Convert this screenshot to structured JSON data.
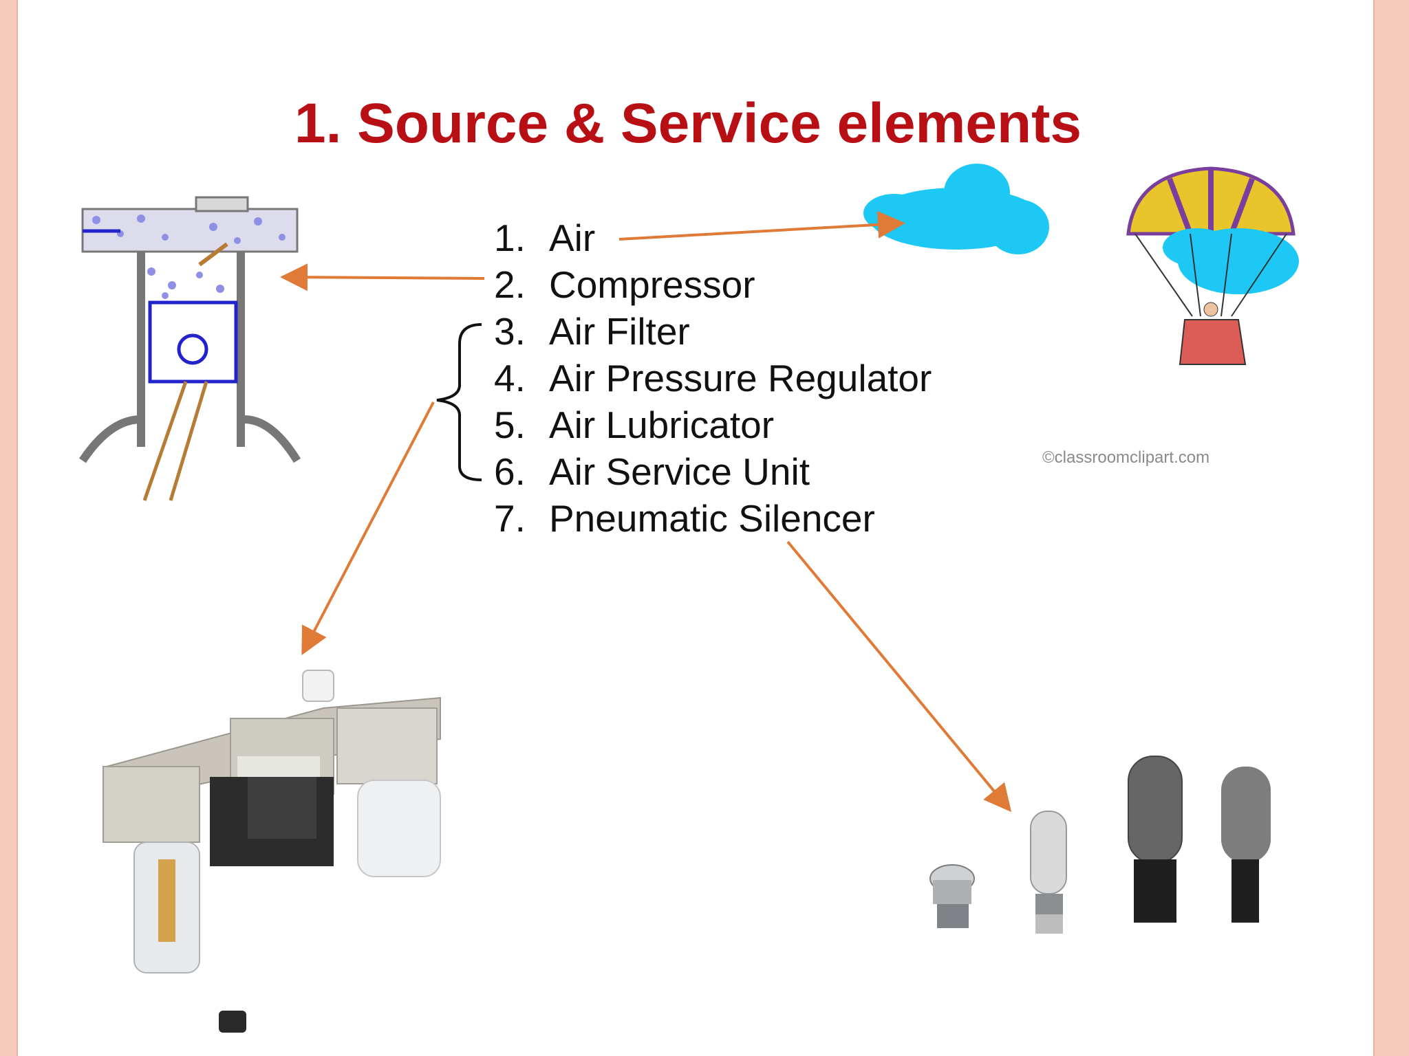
{
  "slide": {
    "title": "1. Source & Service elements",
    "items": [
      {
        "number": "1.",
        "label": "Air"
      },
      {
        "number": "2.",
        "label": "Compressor"
      },
      {
        "number": "3.",
        "label": "Air Filter"
      },
      {
        "number": "4.",
        "label": "Air Pressure Regulator"
      },
      {
        "number": "5.",
        "label": "Air Lubricator"
      },
      {
        "number": "6.",
        "label": "Air Service Unit"
      },
      {
        "number": "7.",
        "label": "Pneumatic Silencer"
      }
    ],
    "watermark": "©classroomclipart.com"
  },
  "colors": {
    "title": "#b80f14",
    "arrow": "#e07a37",
    "frame": "#f7cbbb"
  },
  "icons": [
    "compressor-diagram",
    "cloud-icon",
    "parachute-icon",
    "frl-unit-image",
    "silencer-image"
  ]
}
